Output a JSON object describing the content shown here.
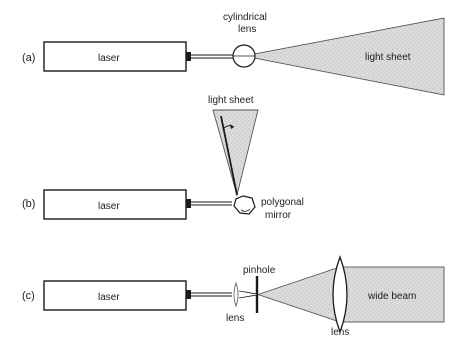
{
  "panels": [
    {
      "id": "a",
      "label": "(a)",
      "laser_label": "laser",
      "optic_label_line1": "cylindrical",
      "optic_label_line2": "lens",
      "beam_label": "light sheet"
    },
    {
      "id": "b",
      "label": "(b)",
      "laser_label": "laser",
      "beam_label": "light sheet",
      "optic_label_line1": "polygonal",
      "optic_label_line2": "mirror"
    },
    {
      "id": "c",
      "label": "(c)",
      "laser_label": "laser",
      "pinhole_label": "pinhole",
      "lens1_label": "lens",
      "lens2_label": "lens",
      "beam_label": "wide beam"
    }
  ],
  "colors": {
    "ink": "#1a1a1a",
    "sheet_fill": "#d9d9d9",
    "text": "#222222"
  }
}
